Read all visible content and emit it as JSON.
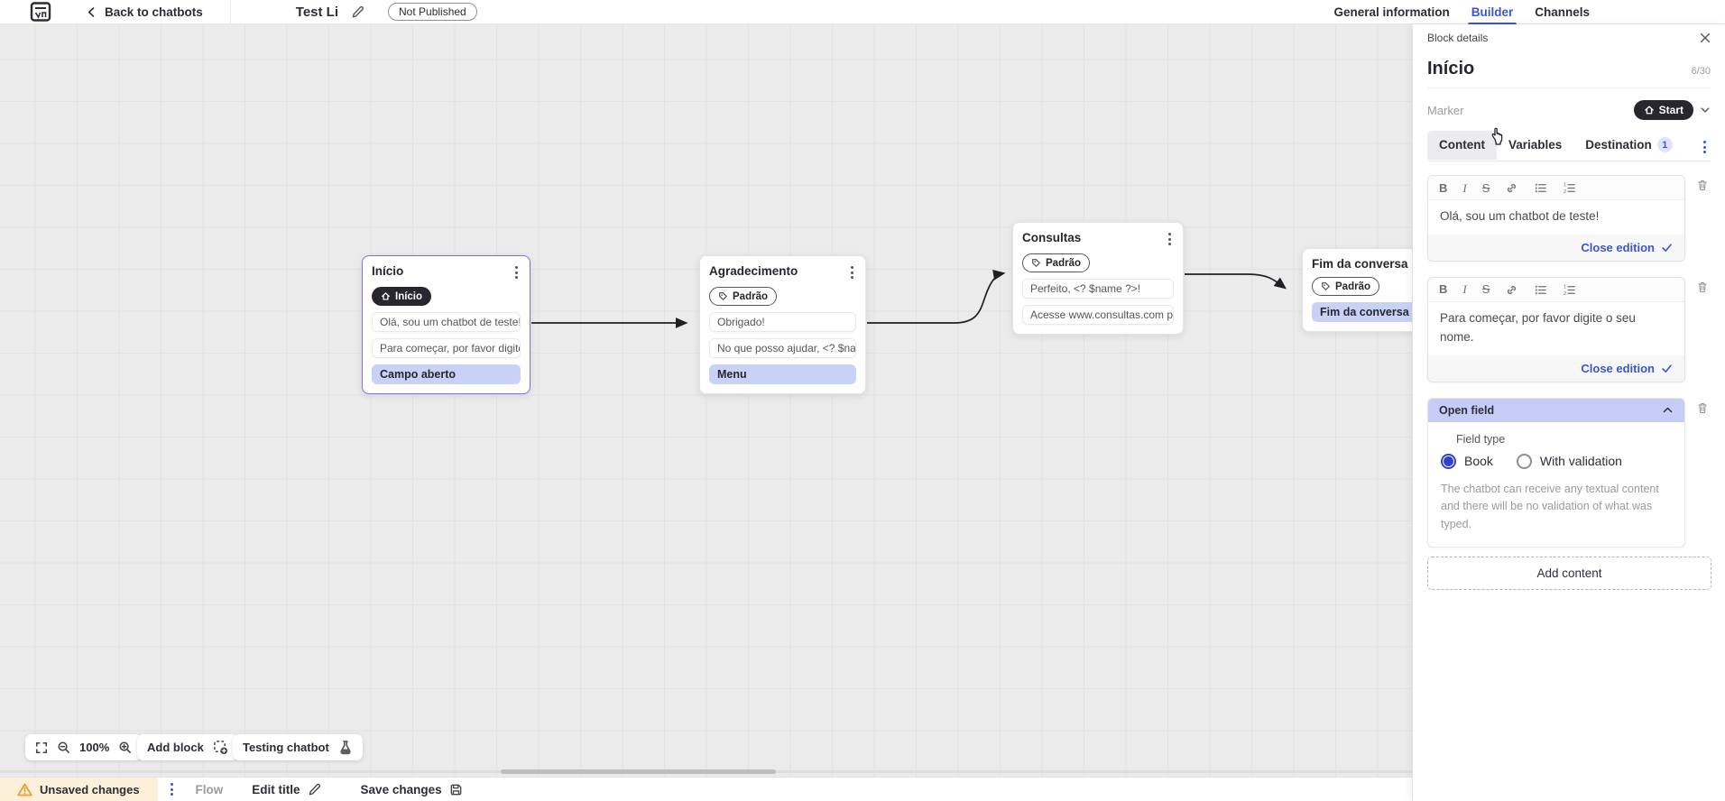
{
  "colors": {
    "accent": "#3a55d9",
    "highlight": "#c9d1f6",
    "selected_block_border": "#7c6ff0",
    "dark_pill": "#28272f",
    "warning_bg": "#fcf0d8",
    "warning_icon": "#e89c35"
  },
  "topbar": {
    "back_label": "Back to chatbots",
    "title_value": "Test Li",
    "status_badge": "Not Published",
    "tabs": [
      {
        "label": "General information",
        "active": false
      },
      {
        "label": "Builder",
        "active": true
      },
      {
        "label": "Channels",
        "active": false
      }
    ]
  },
  "panel": {
    "header": "Block details",
    "block_name": "Início",
    "char_counter": "6/30",
    "marker_label": "Marker",
    "marker_value": "Start",
    "tabs": [
      {
        "label": "Content",
        "active": true
      },
      {
        "label": "Variables",
        "active": false
      },
      {
        "label": "Destination",
        "badge": "1",
        "active": false
      }
    ],
    "editors": [
      {
        "text": "Olá, sou um chatbot de teste!",
        "close_label": "Close edition"
      },
      {
        "text": "Para começar, por favor digite o seu nome.",
        "close_label": "Close edition"
      }
    ],
    "open_field": {
      "title": "Open field",
      "field_type_label": "Field type",
      "options": [
        {
          "label": "Book",
          "selected": true
        },
        {
          "label": "With validation",
          "selected": false
        }
      ],
      "description": "The chatbot can receive any textual content and there will be no validation of what was typed."
    },
    "add_content_label": "Add content"
  },
  "canvas": {
    "blocks": [
      {
        "title": "Início",
        "marker": "Início",
        "marker_style": "dark",
        "selected": true,
        "items": [
          {
            "text": "Olá, sou um chatbot de teste!",
            "highlight": false
          },
          {
            "text": "Para começar, por favor digite o ...",
            "highlight": false
          },
          {
            "text": "Campo aberto",
            "highlight": true
          }
        ]
      },
      {
        "title": "Agradecimento",
        "marker": "Padrão",
        "marker_style": "outline",
        "selected": false,
        "items": [
          {
            "text": "Obrigado!",
            "highlight": false
          },
          {
            "text": "No que posso ajudar, <? $name ...",
            "highlight": false
          },
          {
            "text": "Menu",
            "highlight": true
          }
        ]
      },
      {
        "title": "Consultas",
        "marker": "Padrão",
        "marker_style": "outline",
        "selected": false,
        "items": [
          {
            "text": "Perfeito, <? $name ?>!",
            "highlight": false
          },
          {
            "text": "Acesse www.consultas.com par...",
            "highlight": false
          }
        ]
      },
      {
        "title": "Fim da conversa",
        "marker": "Padrão",
        "marker_style": "outline",
        "selected": false,
        "items": [
          {
            "text": "Fim da conversa",
            "highlight": true
          }
        ]
      }
    ],
    "zoom_level": "100%",
    "add_block_label": "Add block",
    "testing_label": "Testing chatbot"
  },
  "bottombar": {
    "unsaved_label": "Unsaved changes",
    "flow_label": "Flow",
    "edit_title_label": "Edit title",
    "save_label": "Save changes"
  }
}
